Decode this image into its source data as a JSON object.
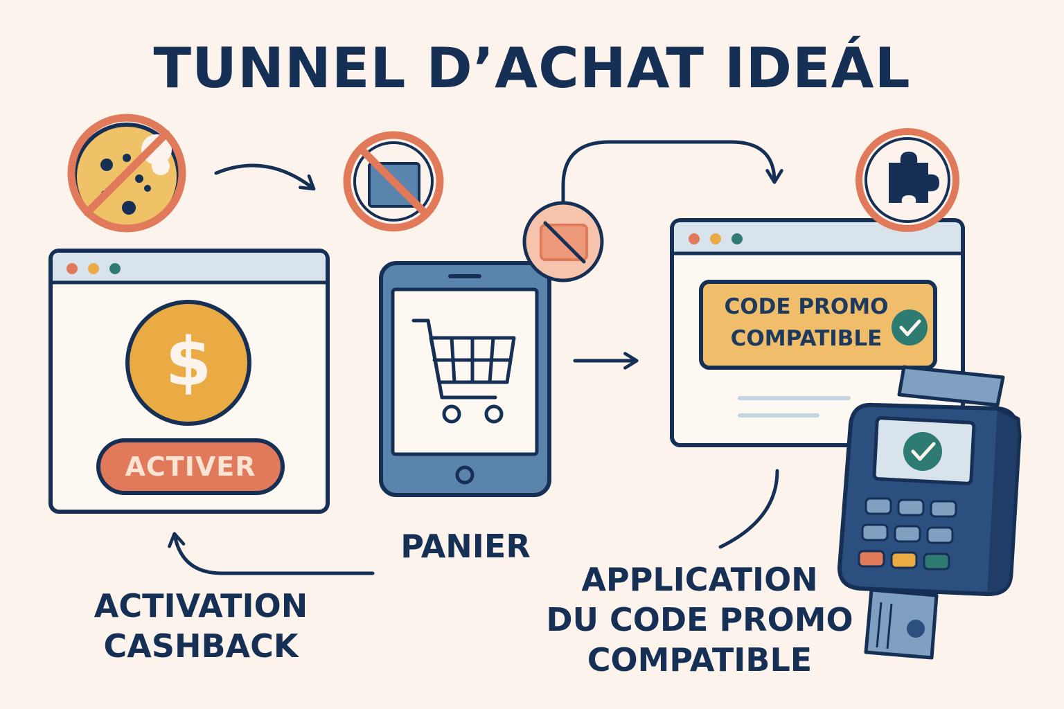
{
  "title": "TUNNEL D’ACHAT IDEÁL",
  "steps": {
    "cashback": {
      "button_label": "ACTIVER",
      "caption_line1": "ACTIVATION",
      "caption_line2": "CASHBACK"
    },
    "cart": {
      "caption": "PANIER"
    },
    "promo": {
      "banner_line1": "CODE PROMO",
      "banner_line2": "COMPATIBLE",
      "caption_line1": "APPLICATION",
      "caption_line2": "DU CODE PROMO",
      "caption_line3": "COMPATIBLE"
    }
  },
  "icons": [
    "no-cookie-icon",
    "no-popup-icon",
    "no-ad-icon",
    "no-extension-icon",
    "dollar-coin-icon",
    "cart-icon",
    "check-icon",
    "payment-terminal-icon"
  ],
  "colors": {
    "navy": "#152f55",
    "orange": "#e07a5a",
    "gold": "#eaab45",
    "blue": "#5b84ad",
    "teal": "#2e7b72",
    "background": "#fcf4ec"
  }
}
